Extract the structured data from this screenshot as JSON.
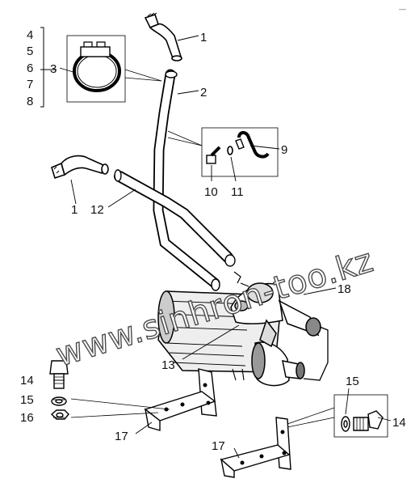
{
  "diagram": {
    "corner_mark": "—",
    "watermark": "www.sinhron-too.kz",
    "parts": [
      {
        "id": "p1a",
        "label": "1"
      },
      {
        "id": "p2",
        "label": "2"
      },
      {
        "id": "p3",
        "label": "3"
      },
      {
        "id": "p4",
        "label": "4"
      },
      {
        "id": "p5",
        "label": "5"
      },
      {
        "id": "p6",
        "label": "6"
      },
      {
        "id": "p7",
        "label": "7"
      },
      {
        "id": "p8",
        "label": "8"
      },
      {
        "id": "p9",
        "label": "9"
      },
      {
        "id": "p10",
        "label": "10"
      },
      {
        "id": "p11",
        "label": "11"
      },
      {
        "id": "p1b",
        "label": "1"
      },
      {
        "id": "p12",
        "label": "12"
      },
      {
        "id": "p18",
        "label": "18"
      },
      {
        "id": "p13",
        "label": "13"
      },
      {
        "id": "p14a",
        "label": "14"
      },
      {
        "id": "p15a",
        "label": "15"
      },
      {
        "id": "p16",
        "label": "16"
      },
      {
        "id": "p17a",
        "label": "17"
      },
      {
        "id": "p15b",
        "label": "15"
      },
      {
        "id": "p14b",
        "label": "14"
      },
      {
        "id": "p17b",
        "label": "17"
      }
    ]
  }
}
